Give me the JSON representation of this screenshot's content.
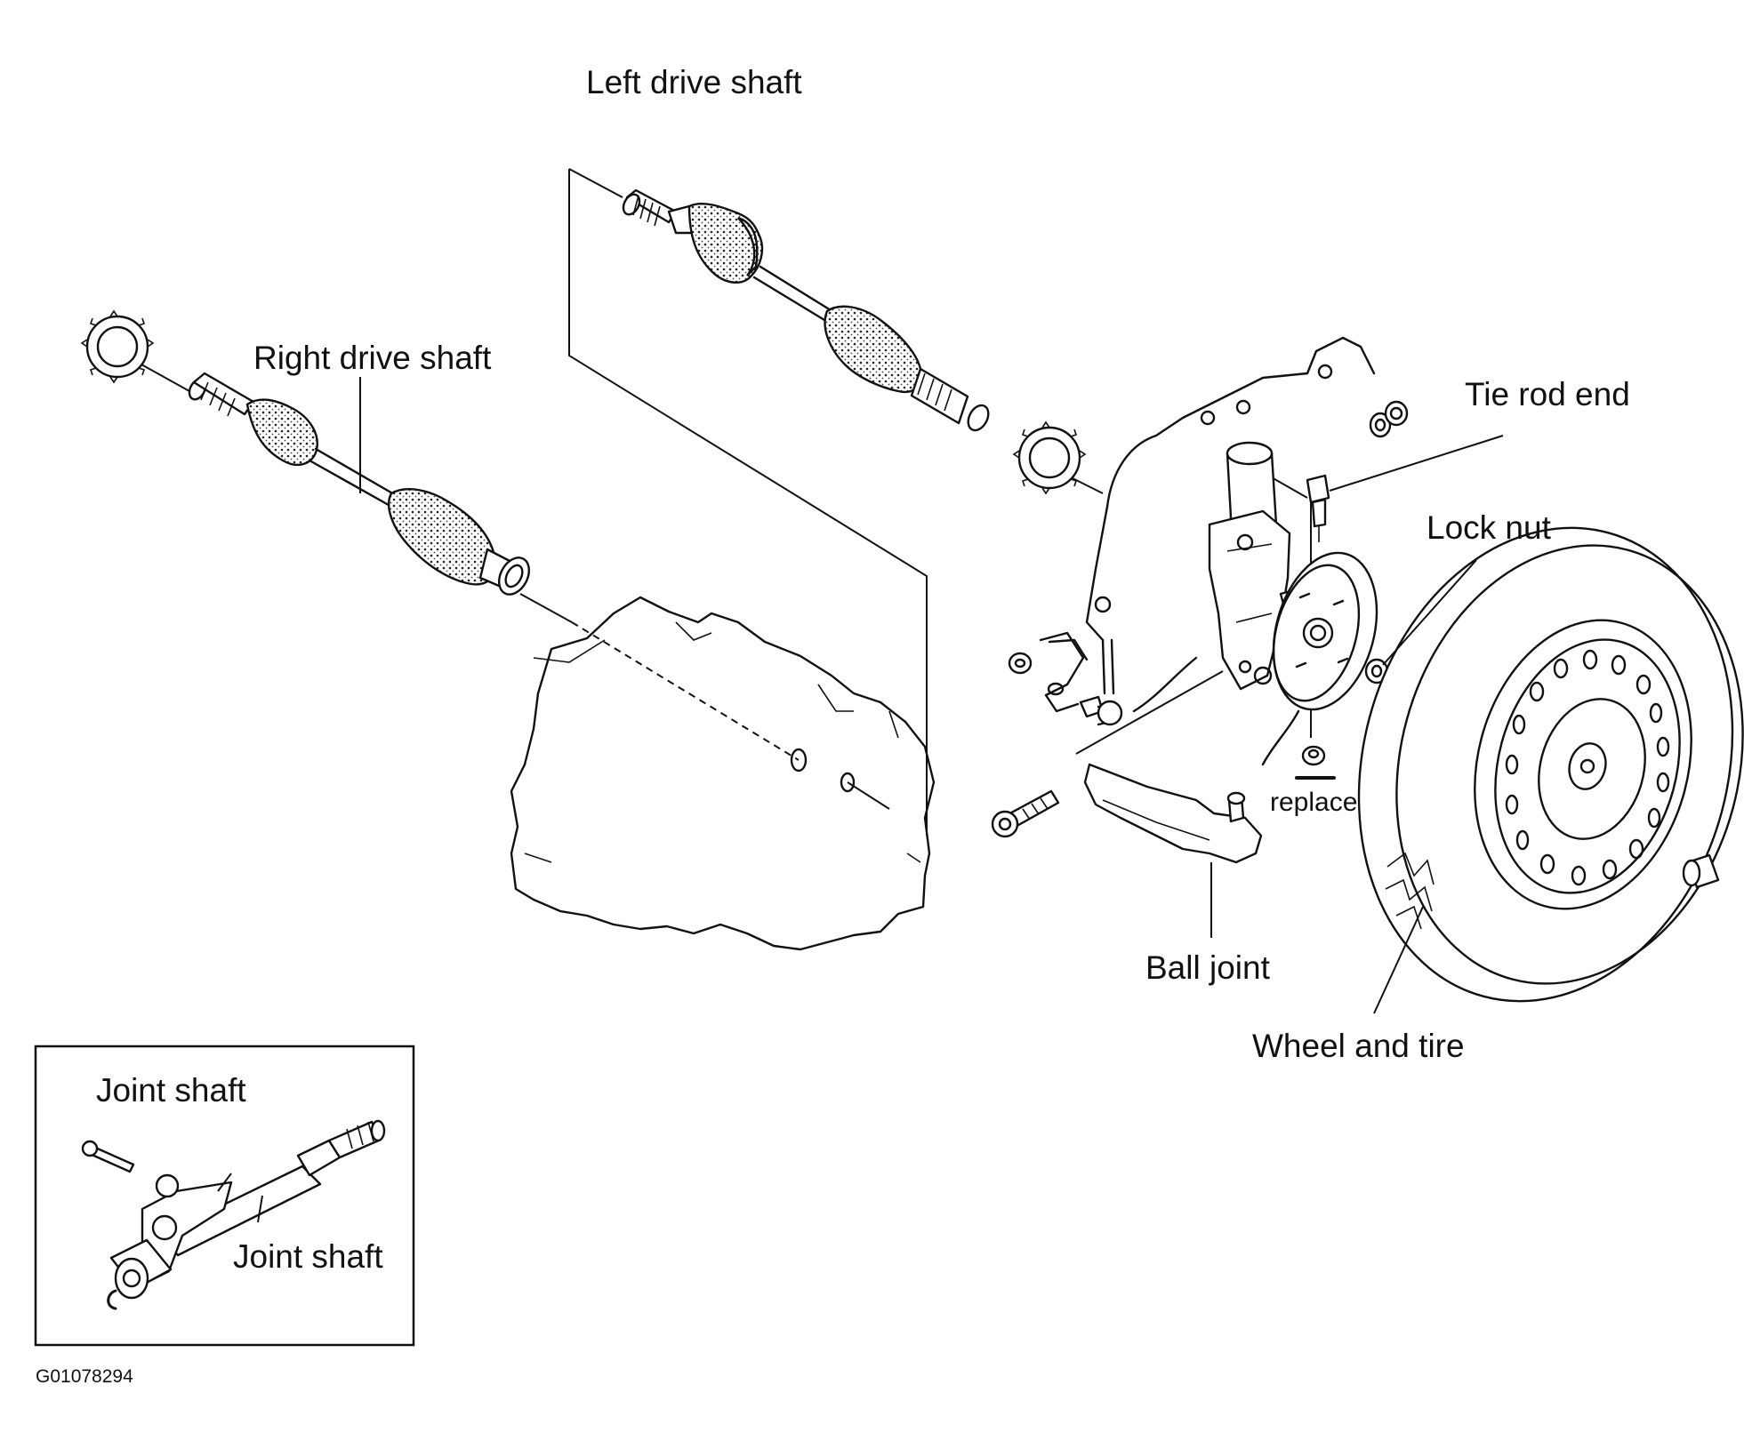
{
  "figure_code": "G01078294",
  "labels": {
    "left_drive_shaft": "Left drive shaft",
    "right_drive_shaft": "Right drive shaft",
    "tie_rod_end": "Tie rod end",
    "lock_nut": "Lock nut",
    "replace": "replace",
    "ball_joint": "Ball joint",
    "wheel_and_tire": "Wheel and tire"
  },
  "inset": {
    "title": "Joint shaft",
    "part_label": "Joint shaft"
  }
}
